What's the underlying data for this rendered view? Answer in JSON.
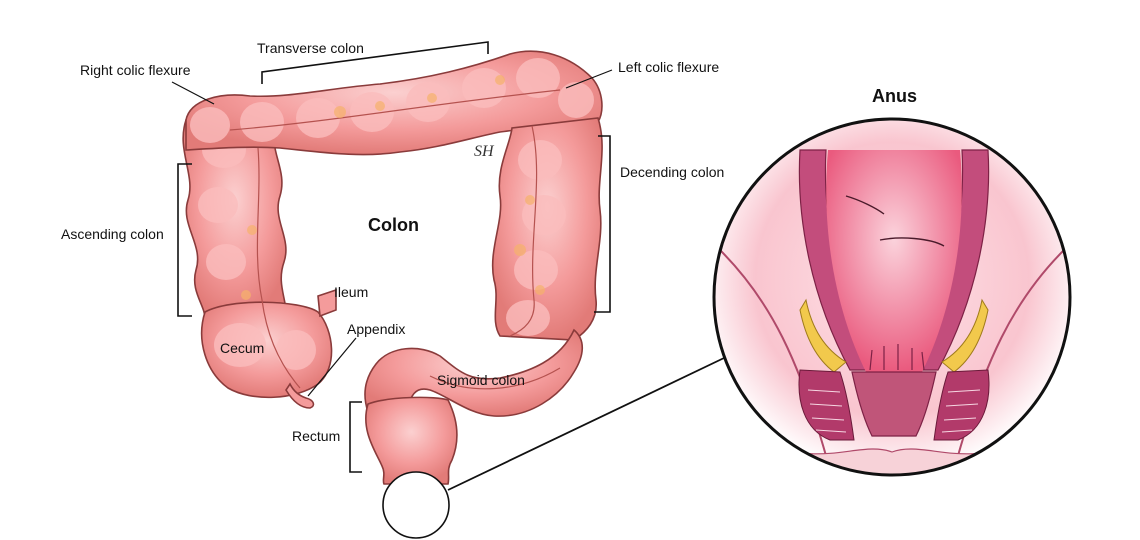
{
  "diagram": {
    "title": "Colon",
    "inset_title": "Anus",
    "signature": "SH",
    "labels": {
      "transverse_colon": "Transverse colon",
      "right_colic_flexure": "Right colic flexure",
      "left_colic_flexure": "Left colic flexure",
      "ascending_colon": "Ascending colon",
      "decending_colon": "Decending colon",
      "ileum": "Ileum",
      "appendix": "Appendix",
      "cecum": "Cecum",
      "sigmoid_colon": "Sigmoid colon",
      "rectum": "Rectum"
    },
    "colors": {
      "colon_fill": "#f49b9b",
      "colon_light": "#fbc4c4",
      "colon_dark": "#e4746f",
      "colon_outline": "#8a3b3b",
      "fat_yellow": "#f2c94c",
      "muscle_purple": "#9a2c5c",
      "mucosa_pink": "#ef6f8f",
      "line": "#111111"
    }
  }
}
